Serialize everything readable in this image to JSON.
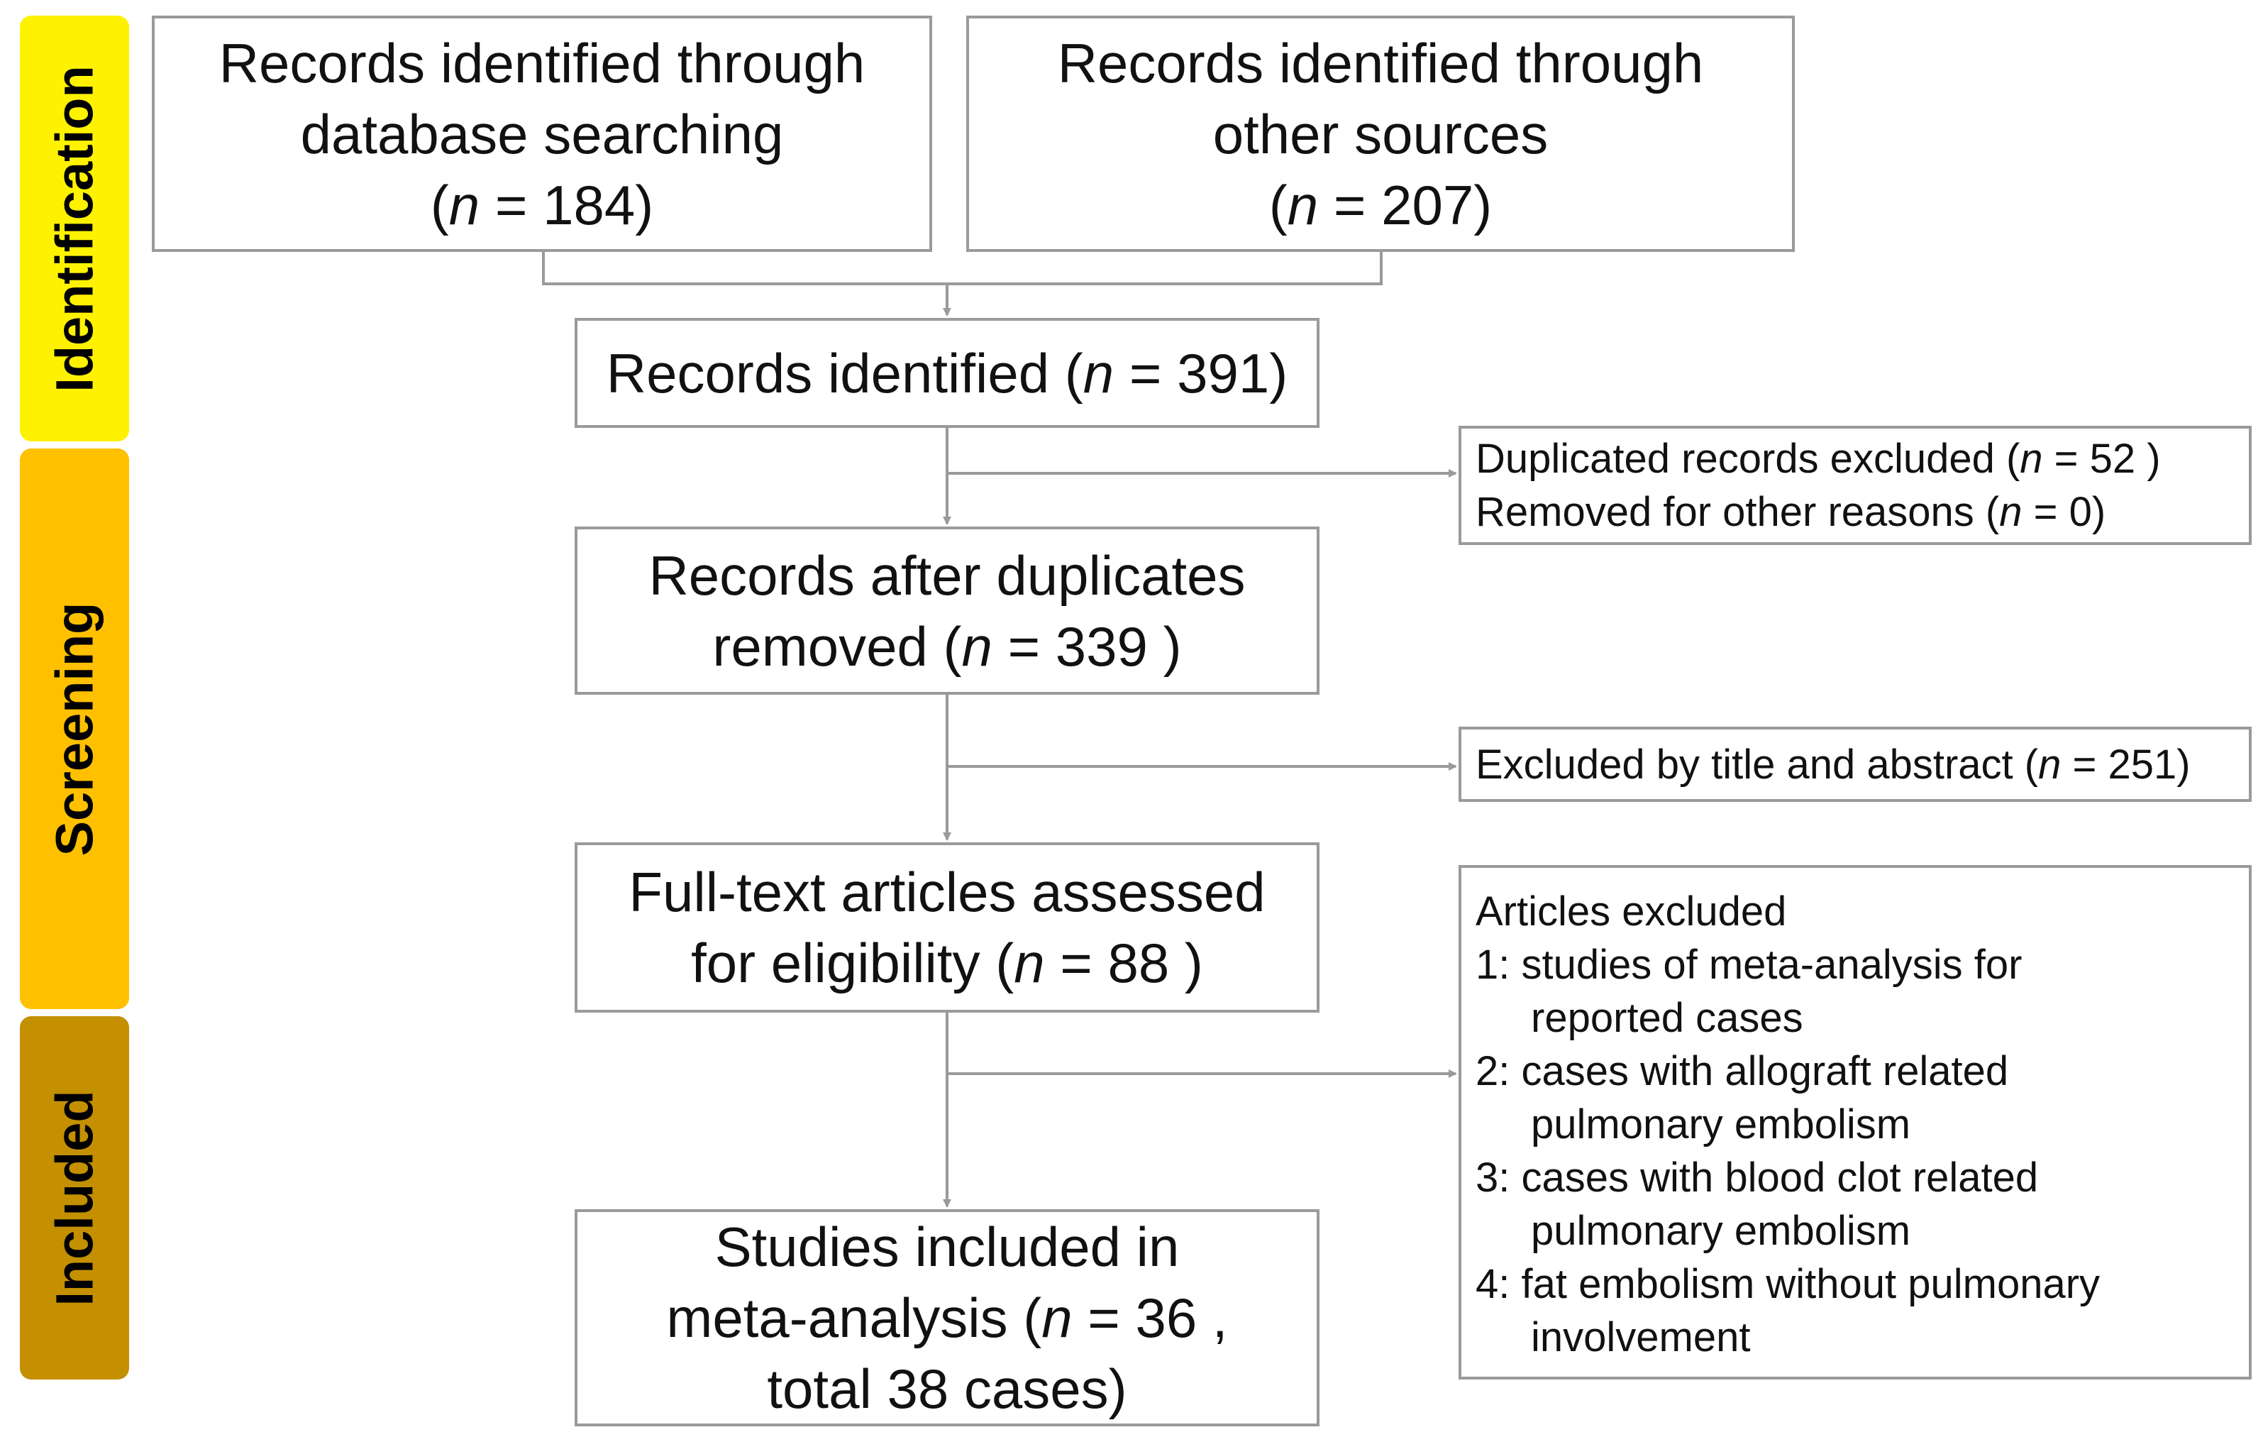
{
  "stages": {
    "identification": {
      "label": "Identification",
      "color": "#FFF200"
    },
    "screening": {
      "label": "Screening",
      "color": "#FFC000"
    },
    "included": {
      "label": "Included",
      "color": "#C49000"
    }
  },
  "boxes": {
    "db_search": {
      "line1": "Records identified through",
      "line2": "database searching",
      "n_prefix": "(",
      "n_var": "n",
      "n_eq": " = 184)"
    },
    "other_sources": {
      "line1": "Records identified through",
      "line2": "other sources",
      "n_prefix": "(",
      "n_var": "n",
      "n_eq": " = 207)"
    },
    "records_identified": {
      "text": "Records identified (",
      "n_var": "n",
      "n_eq": " = 391)"
    },
    "after_duplicates": {
      "line1": "Records after duplicates",
      "line2_pre": "removed (",
      "n_var": "n",
      "n_eq": " = 339 )"
    },
    "full_text": {
      "line1": "Full-text articles assessed",
      "line2_pre": "for eligibility (",
      "n_var": "n",
      "n_eq": " = 88 )"
    },
    "included": {
      "line1": "Studies included in",
      "line2_pre": "meta-analysis (",
      "n_var": "n",
      "n_eq": " = 36 ,",
      "line3": "total 38  cases)"
    }
  },
  "exclusions": {
    "duplicates": {
      "line1_pre": "Duplicated records excluded (",
      "line1_var": "n",
      "line1_eq": " = 52 )",
      "line2_pre": "Removed for other reasons (",
      "line2_var": "n",
      "line2_eq": " = 0)"
    },
    "title_abstract": {
      "pre": "Excluded by title and abstract (",
      "var": "n",
      "eq": " = 251)"
    },
    "articles": {
      "heading": "Articles excluded",
      "items": [
        {
          "first": "1: studies of meta-analysis for",
          "cont": "reported cases"
        },
        {
          "first": "2: cases with allograft related",
          "cont": "pulmonary embolism"
        },
        {
          "first": "3: cases with blood clot related",
          "cont": "pulmonary embolism"
        },
        {
          "first": "4: fat embolism without pulmonary",
          "cont": "involvement"
        }
      ]
    }
  },
  "colors": {
    "line": "#9a9a9a",
    "border": "#9a9a9a"
  }
}
